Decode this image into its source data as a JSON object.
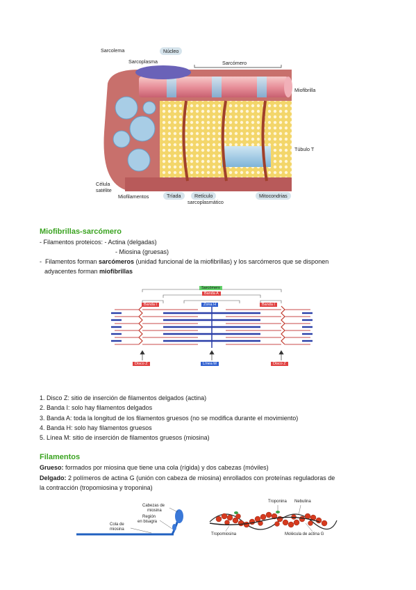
{
  "figure1": {
    "labels": {
      "sarcolema": "Sarcolema",
      "nucleo": "Núcleo",
      "sarcoplasma": "Sarcoplasma",
      "sarcomero": "Sarcómero",
      "miofibrilla": "Miofibrilla",
      "tubulo_t": "Túbulo T",
      "celula_satelite_1": "Célula",
      "celula_satelite_2": "satélite",
      "miofilamentos": "Miofilamentos",
      "triada": "Tríada",
      "reticulo_1": "Retículo",
      "reticulo_2": "sarcoplasmático",
      "mitocondrias": "Mitocondrias"
    }
  },
  "section1": {
    "heading": "Miofibrillas-sarcómero",
    "line1": "- Filamentos proteicos:   - Actina (delgadas)",
    "line2": "- Miosina (gruesas)",
    "line3_pre": "Filamentos forman ",
    "line3_bold": "sarcómeros",
    "line3_post": " (unidad funcional de la miofibrillas) y los sarcómeros que se disponen",
    "line4_pre": "adyacentes forman ",
    "line4_bold": "miofibrillas"
  },
  "figure2": {
    "sarcomero": "Sarcómero",
    "banda_a": "Banda A",
    "banda_i_left": "Banda I",
    "zona_h": "Zona H",
    "banda_i_right": "Banda I",
    "disco_z_left": "Disco Z",
    "linea_m": "Línea M",
    "disco_z_right": "Disco Z"
  },
  "list": [
    "1.  Disco Z: sitio de inserción de filamentos delgados (actina)",
    "2.  Banda I: solo hay filamentos delgados",
    "3.  Banda A: toda la longitud de los filamentos gruesos (no se modifica durante el movimiento)",
    "4.  Banda H: solo hay filamentos gruesos",
    "5.  Línea M: sitio de inserción de filamentos gruesos (miosina)"
  ],
  "section2": {
    "heading": "Filamentos",
    "grueso_label": "Grueso:",
    "grueso_text": " formados por miosina que tiene una cola (rígida) y dos cabezas (móviles)",
    "delgado_label": "Delgado:",
    "delgado_text": " 2 polímeros de actina G (unión con cabeza de miosina) enrollados con proteínas reguladoras de",
    "delgado_text2": "la contracción (tropomiosina y troponina)"
  },
  "figure3": {
    "cabezas_1": "Cabezas de",
    "cabezas_2": "miosina",
    "region_1": "Región",
    "region_2": "en bisagra",
    "cola_1": "Cola de",
    "cola_2": "miosina",
    "troponina": "Troponina",
    "nebulina": "Nebulina",
    "tropomiosina": "Tropomiosina",
    "molecula": "Molécula de actina G"
  }
}
